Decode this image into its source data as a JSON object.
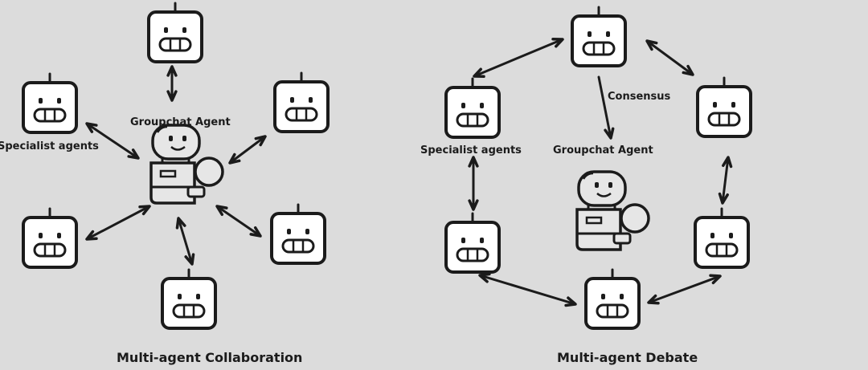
{
  "collaboration": {
    "title": "Multi-agent Collaboration",
    "groupchat_label": "Groupchat Agent",
    "specialist_label": "Specialist agents"
  },
  "debate": {
    "title": "Multi-agent Debate",
    "groupchat_label": "Groupchat Agent",
    "specialist_label": "Specialist agents",
    "consensus_label": "Consensus"
  },
  "colors": {
    "background": "#dcdcdc",
    "stroke": "#1b1b1b",
    "robot_face": "#ffffff",
    "groupchat_body": "#e6e6e6"
  }
}
